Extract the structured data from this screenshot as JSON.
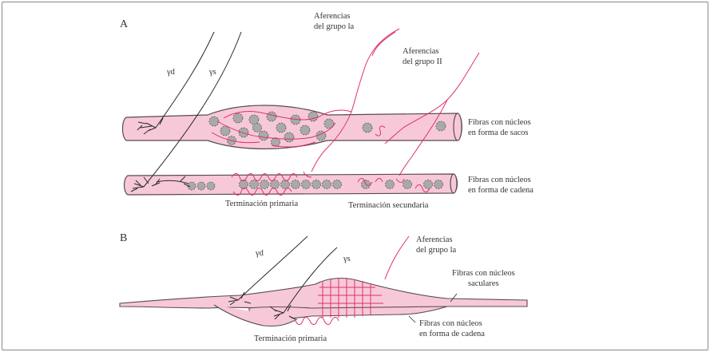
{
  "figure": {
    "panel_a": {
      "letter": "A",
      "gamma_dynamic": "γd",
      "gamma_static": "γs",
      "afferent_ia": [
        "Aferencias",
        "del grupo la"
      ],
      "afferent_ii": [
        "Aferencias",
        "del grupo II"
      ],
      "bag_fibers": [
        "Fibras con núcleos",
        "en forma de sacos"
      ],
      "chain_fibers": [
        "Fibras con núcleos",
        "en forma de cadena"
      ],
      "primary_ending": "Terminación primaria",
      "secondary_ending": "Terminación secundaria"
    },
    "panel_b": {
      "letter": "B",
      "gamma_dynamic": "γd",
      "gamma_static": "γs",
      "afferent_ia": [
        "Aferencias",
        "del grupo la"
      ],
      "saccular_fibers": [
        "Fibras con núcleos",
        "saculares"
      ],
      "chain_fibers": [
        "Fibras con núcleos",
        "en forma de cadena"
      ],
      "primary_ending": "Terminación primaria"
    },
    "colors": {
      "fiber_fill": "#f7c9d8",
      "fiber_outline": "#5a4a52",
      "afferent": "#e0306a",
      "nucleus_fill": "#a9a9a9",
      "nucleus_outline": "#555555",
      "motor_nerve": "#2a2a2a"
    }
  }
}
